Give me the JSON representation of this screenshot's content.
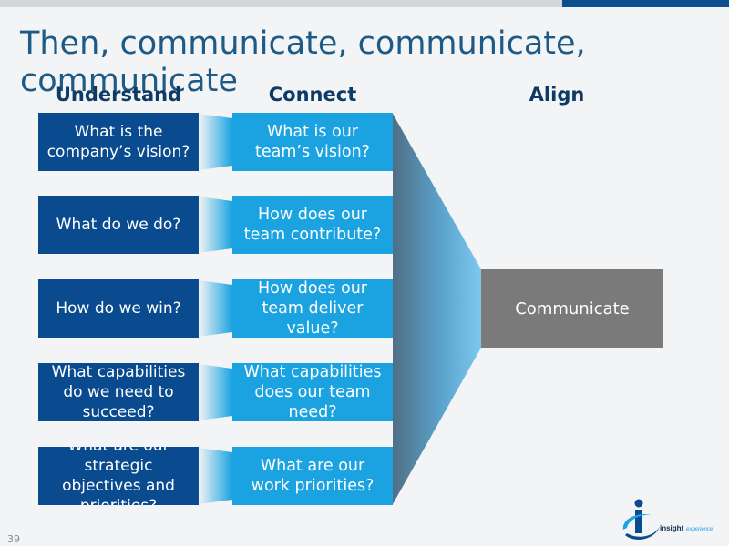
{
  "slide": {
    "title": "Then, communicate, communicate, communicate",
    "page_number": "39"
  },
  "columns": {
    "understand": "Understand",
    "connect": "Connect",
    "align": "Align"
  },
  "understand_items": [
    "What is the company’s vision?",
    "What do we do?",
    "How do we win?",
    "What capabilities do we need to succeed?",
    "What are our strategic objectives and priorities?"
  ],
  "connect_items": [
    "What is our team’s vision?",
    "How does our team contribute?",
    "How does our team deliver value?",
    "What capabilities does our team need?",
    "What are our work priorities?"
  ],
  "align_box": "Communicate",
  "logo": {
    "name": "insight",
    "suffix": "experience"
  },
  "colors": {
    "understand_box": "#0a4a8f",
    "connect_box": "#1aa3e0",
    "align_box": "#7a7a7a",
    "title": "#1d5a86"
  }
}
